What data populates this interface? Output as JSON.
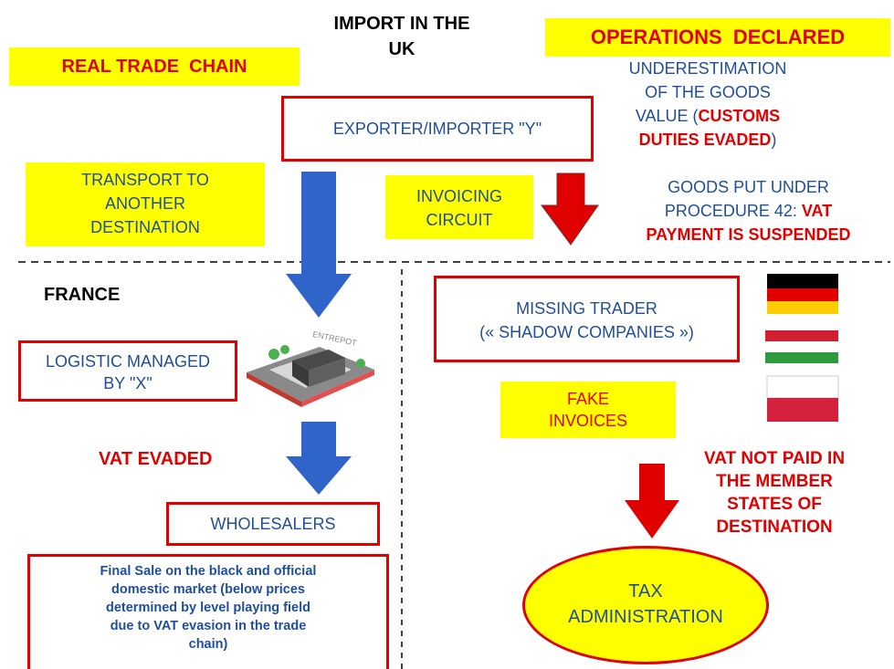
{
  "header": {
    "import_title_line1": "IMPORT IN THE",
    "import_title_line2": "UK",
    "real_trade_chain": "REAL TRADE  CHAIN",
    "operations_declared": "OPERATIONS  DECLARED"
  },
  "underestimation": {
    "line1": "UNDERESTIMATION",
    "line2": "OF THE GOODS",
    "line3_prefix": "VALUE (",
    "line3_red": "CUSTOMS",
    "line4_red": "DUTIES EVADED",
    "line4_suffix": ")"
  },
  "exporter_box": "EXPORTER/IMPORTER \"Y\"",
  "transport": {
    "line1": "TRANSPORT TO",
    "line2": "ANOTHER",
    "line3": "DESTINATION"
  },
  "invoicing": {
    "line1": "INVOICING",
    "line2": "CIRCUIT"
  },
  "procedure": {
    "line1": "GOODS PUT UNDER",
    "line2_prefix": "PROCEDURE 42: ",
    "line2_red": "VAT",
    "line3_red": "PAYMENT IS SUSPENDED"
  },
  "france_label": "FRANCE",
  "missing_trader": {
    "line1": "MISSING TRADER",
    "line2": "(« SHADOW COMPANIES »)"
  },
  "logistic": {
    "line1": "LOGISTIC MANAGED",
    "line2": "BY \"X\""
  },
  "warehouse_sign": "ENTREPOT",
  "fake_invoices": {
    "line1": "FAKE",
    "line2": "INVOICES"
  },
  "vat_evaded": "VAT EVADED",
  "vat_not_paid": {
    "line1": "VAT NOT PAID IN",
    "line2": "THE MEMBER",
    "line3": "STATES OF",
    "line4": "DESTINATION"
  },
  "wholesalers": "WHOLESALERS",
  "final_sale": {
    "line1": "Final Sale on the black and official",
    "line2": "domestic market (below prices",
    "line3": "determined by level playing field",
    "line4": "due to VAT evasion in the trade",
    "line5": "chain)"
  },
  "tax_admin": {
    "line1": "TAX",
    "line2": "ADMINISTRATION"
  },
  "colors": {
    "red": "#e00000",
    "yellow": "#ffff00",
    "blue_arrow": "#2f64c8",
    "blue_text": "#1f4e9a"
  },
  "flags": [
    "germany-flag",
    "austria-hungary-flag",
    "poland-flag"
  ]
}
